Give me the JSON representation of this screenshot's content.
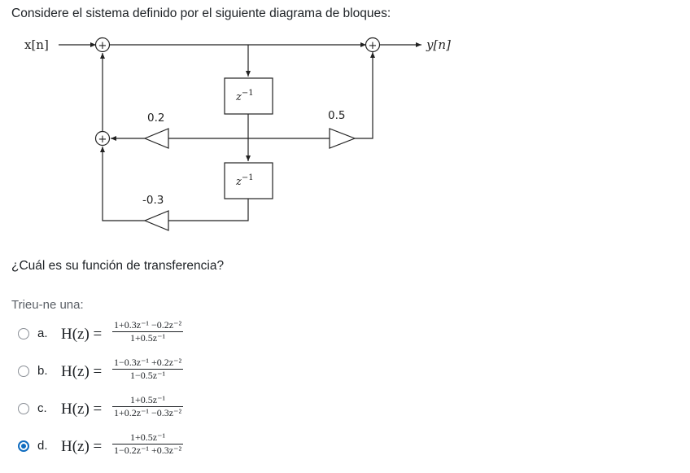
{
  "question": {
    "text": "Considere el sistema definido por el siguiente diagrama de bloques:",
    "subquestion": "¿Cuál es su función de transferencia?",
    "prompt": "Trieu-ne una:"
  },
  "diagram": {
    "input_label": "x[n]",
    "output_label": "y[n]",
    "delay_1": "z",
    "delay_2": "z",
    "delay_exp": "−1",
    "gain_top": "0.2",
    "gain_bottom": "-0.3",
    "gain_right": "0.5",
    "adder_symbol": "+"
  },
  "options": [
    {
      "letter": "a.",
      "lhs": "H(z) =",
      "num": "1+0.3z⁻¹ −0.2z⁻²",
      "den": "1+0.5z⁻¹",
      "selected": false
    },
    {
      "letter": "b.",
      "lhs": "H(z) =",
      "num": "1−0.3z⁻¹ +0.2z⁻²",
      "den": "1−0.5z⁻¹",
      "selected": false
    },
    {
      "letter": "c.",
      "lhs": "H(z) =",
      "num": "1+0.5z⁻¹",
      "den": "1+0.2z⁻¹ −0.3z⁻²",
      "selected": false
    },
    {
      "letter": "d.",
      "lhs": "H(z) =",
      "num": "1+0.5z⁻¹",
      "den": "1−0.2z⁻¹ +0.3z⁻²",
      "selected": true
    }
  ],
  "colors": {
    "accent": "#0f6cbf",
    "text": "#1d2125",
    "muted": "#5a5f66"
  }
}
